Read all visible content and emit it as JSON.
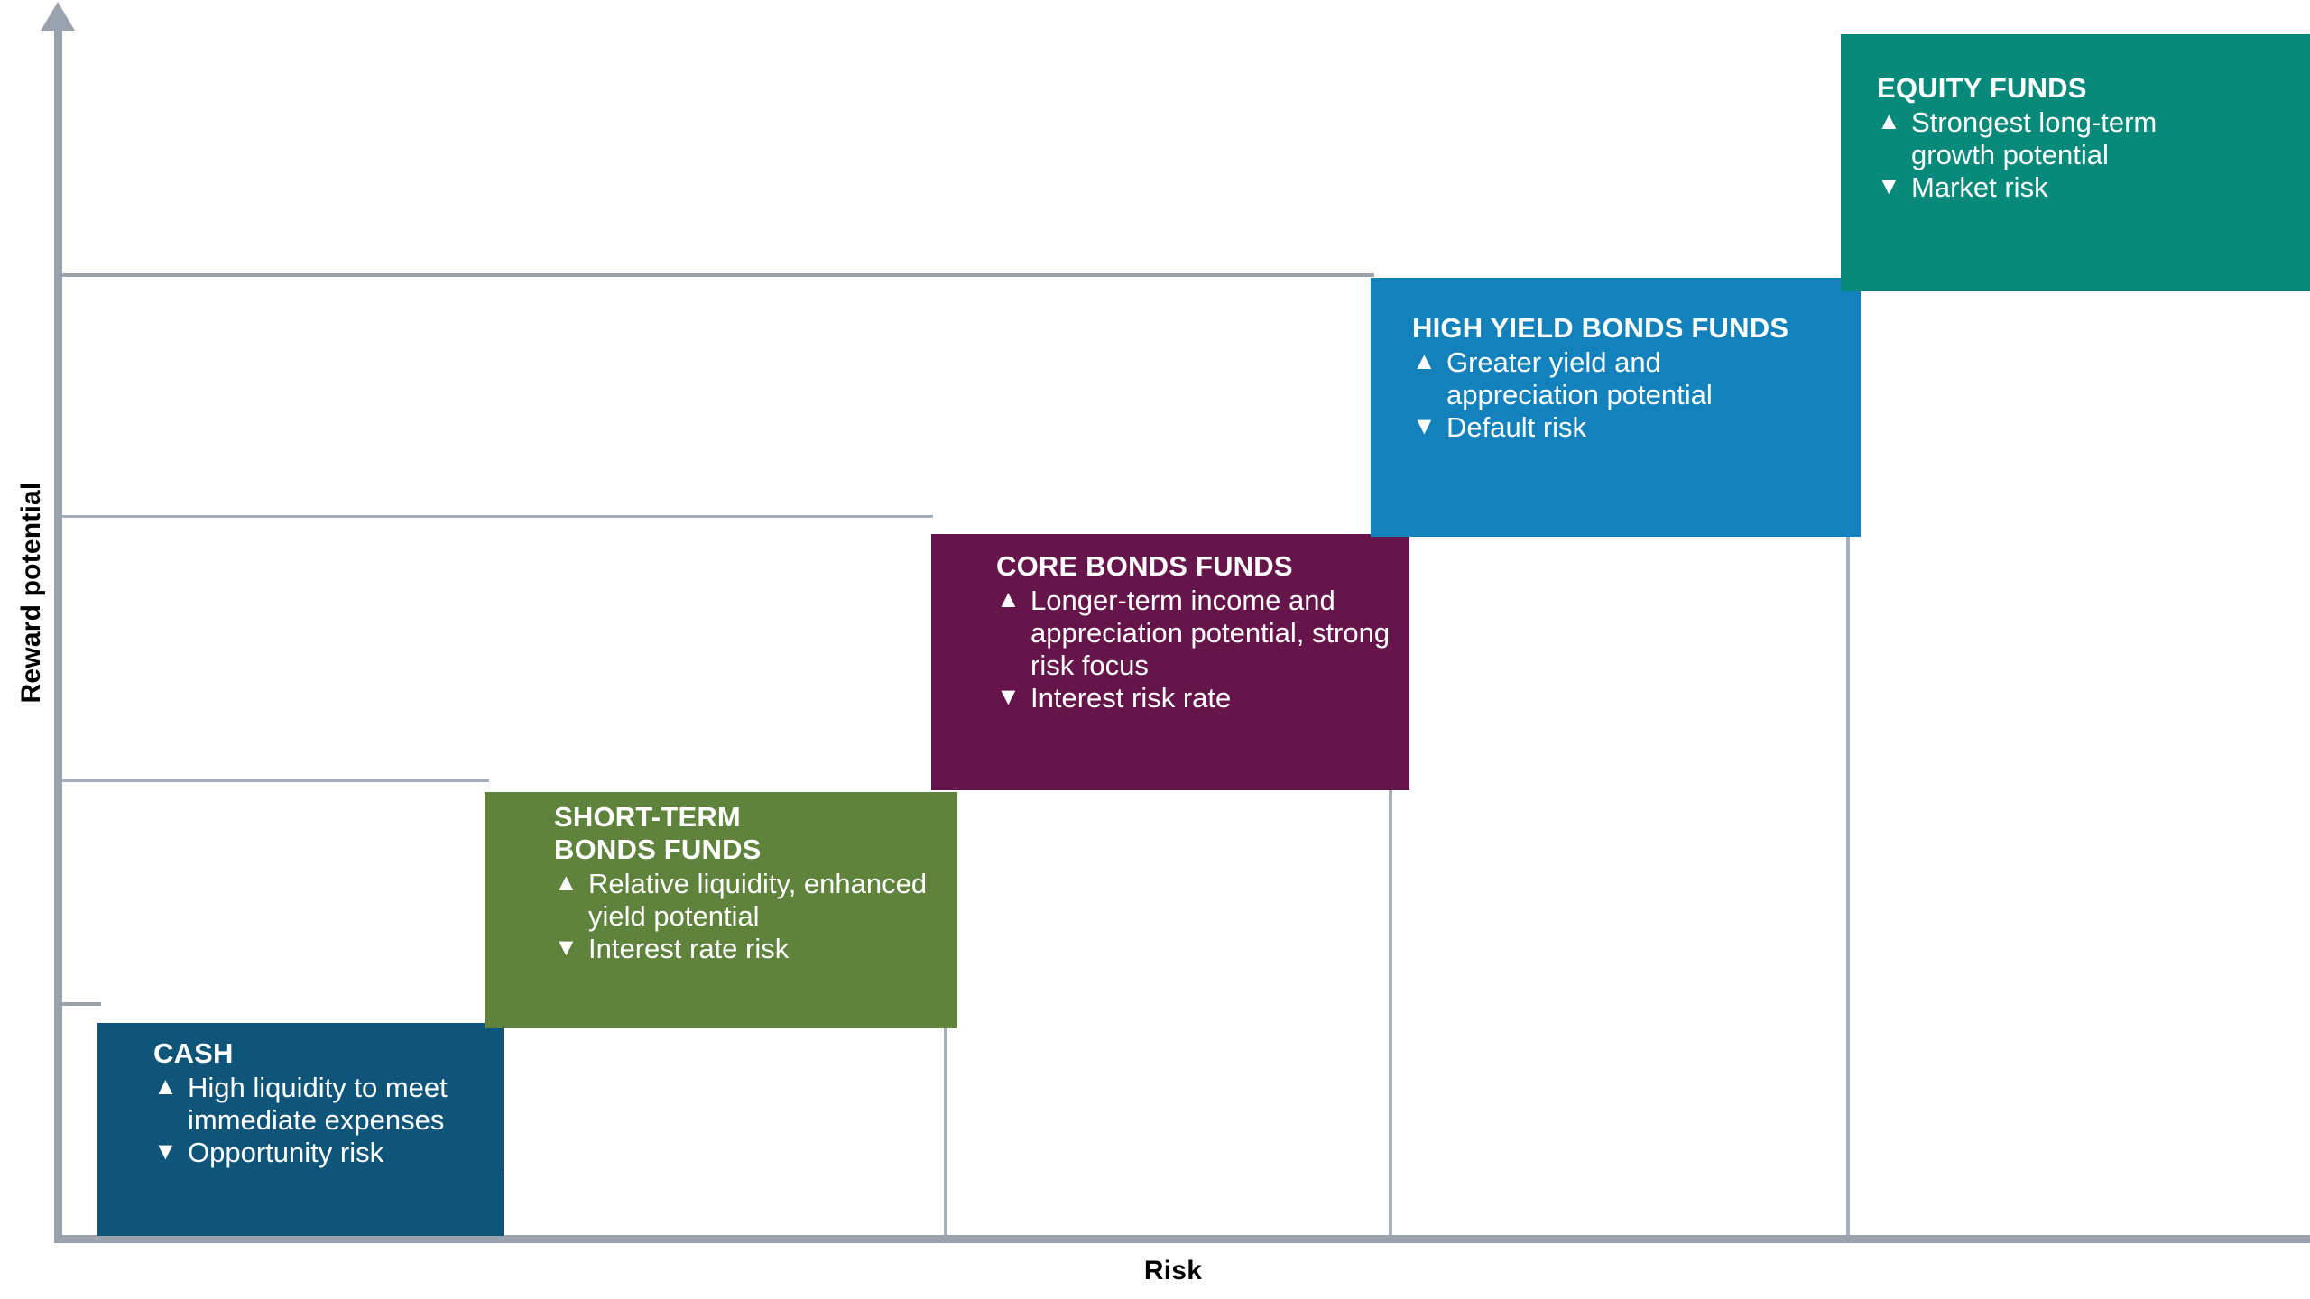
{
  "chart_data": {
    "type": "bar",
    "title": "",
    "xlabel": "Risk",
    "ylabel": "Reward potential",
    "grid": true,
    "legend": "none",
    "description": "Ascending staircase of five investment category blocks plotted by increasing risk (x) and increasing reward potential (y).",
    "categories": [
      "CASH",
      "SHORT-TERM BONDS FUNDS",
      "CORE BONDS FUNDS",
      "HIGH YIELD BONDS FUNDS",
      "EQUITY FUNDS"
    ],
    "values": [
      1,
      2,
      3,
      4,
      5
    ],
    "xlim": [
      0,
      5
    ],
    "ylim": [
      0,
      5
    ]
  },
  "axes": {
    "y_label": "Reward potential",
    "x_label": "Risk",
    "axis_color": "#9aa2ae",
    "grid_color": "#a7aebb"
  },
  "steps": [
    {
      "id": "cash",
      "title": "CASH",
      "color": "#0f5579",
      "up_glyph": "▲",
      "down_glyph": "▼",
      "upside": "High liquidity to meet immediate expenses",
      "downside": "Opportunity risk"
    },
    {
      "id": "short-term-bonds-funds",
      "title": "SHORT-TERM BONDS FUNDS",
      "color": "#5f833c",
      "up_glyph": "▲",
      "down_glyph": "▼",
      "upside": "Relative liquidity, enhanced yield potential",
      "downside": "Interest rate risk"
    },
    {
      "id": "core-bonds-funds",
      "title": "CORE BONDS FUNDS",
      "color": "#66154b",
      "up_glyph": "▲",
      "down_glyph": "▼",
      "upside": "Longer-term income and appreciation potential, strong risk focus",
      "downside": "Interest risk rate"
    },
    {
      "id": "high-yield-bonds-funds",
      "title": "HIGH YIELD BONDS FUNDS",
      "color": "#1381bb",
      "up_glyph": "▲",
      "down_glyph": "▼",
      "upside": "Greater yield and appreciation potential",
      "downside": "Default risk"
    },
    {
      "id": "equity-funds",
      "title": "EQUITY FUNDS",
      "color": "#088a7b",
      "up_glyph": "▲",
      "down_glyph": "▼",
      "upside": "Strongest long-term growth potential",
      "downside": "Market risk"
    }
  ]
}
